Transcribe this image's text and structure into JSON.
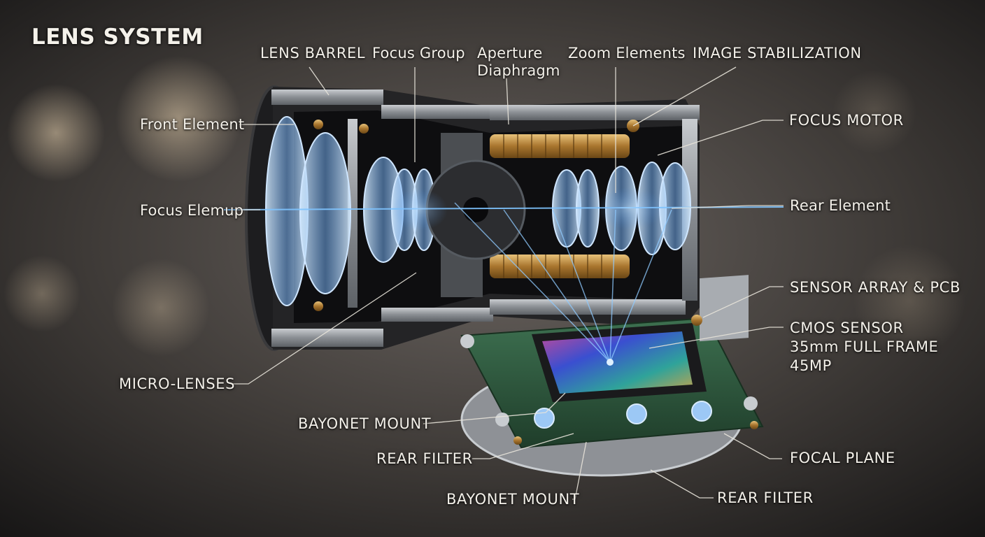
{
  "title": "LENS SYSTEM",
  "labels": {
    "lens_barrel": "LENS BARREL",
    "focus_group": "Focus Group",
    "aperture_line1": "Aperture",
    "aperture_line2": "Diaphragm",
    "zoom_elements": "Zoom Elements",
    "image_stabilization": "IMAGE STABILIZATION",
    "front_element": "Front Element",
    "focus_motor": "FOCUS MOTOR",
    "focus_elemup": "Focus Elemup",
    "rear_element": "Rear Element",
    "sensor_array_pcb": "SENSOR ARRAY & PCB",
    "cmos_line1": "CMOS SENSOR",
    "cmos_line2": "35mm FULL FRAME",
    "cmos_line3": "45MP",
    "micro_lenses": "MICRO-LENSES",
    "bayonet_mount_1": "BAYONET MOUNT",
    "rear_filter_1": "REAR FILTER",
    "focal_plane": "FOCAL PLANE",
    "bayonet_mount_2": "BAYONET MOUNT",
    "rear_filter_2": "REAR FILTER"
  },
  "colors": {
    "label_text": "#f4f1ea",
    "leader_line": "#e8e4da",
    "optical_axis": "#7fc4ff",
    "barrel_metal": "#8f9399",
    "lens_glass": "#9cc8ff",
    "brass": "#b8863c",
    "pcb_green": "#2f5a3c"
  }
}
